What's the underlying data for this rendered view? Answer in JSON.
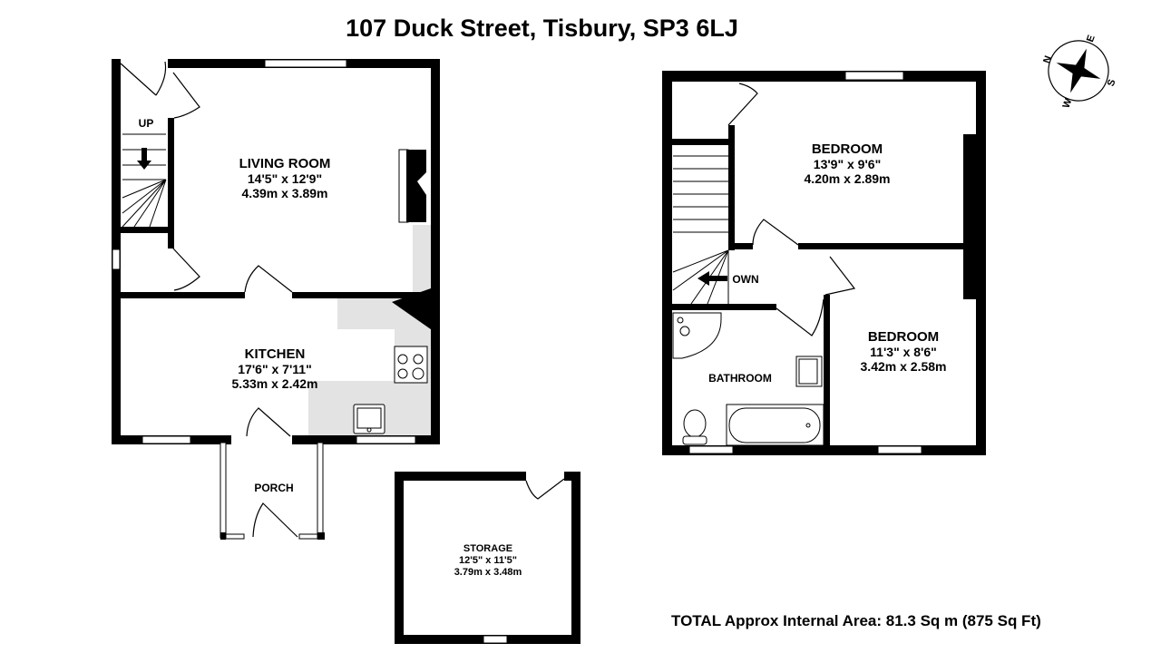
{
  "title": "107 Duck Street, Tisbury, SP3 6LJ",
  "total_area": "TOTAL Approx Internal  Area:  81.3 Sq m (875  Sq Ft)",
  "compass": {
    "n": "N",
    "e": "E",
    "s": "S",
    "w": "W"
  },
  "ground_floor": {
    "stairs_label": "UP",
    "living_room": {
      "name": "LIVING ROOM",
      "imperial": "14'5\"  x 12'9\"",
      "metric": "4.39m  x 3.89m"
    },
    "kitchen": {
      "name": "KITCHEN",
      "imperial": "17'6\"  x 7'11\"",
      "metric": "5.33m  x 2.42m"
    },
    "porch": {
      "name": "PORCH"
    },
    "storage": {
      "name": "STORAGE",
      "imperial": "12'5\"  x 11'5\"",
      "metric": "3.79m  x 3.48m"
    }
  },
  "first_floor": {
    "stairs_label": "OWN",
    "bedroom1": {
      "name": "BEDROOM",
      "imperial": "13'9\"  x 9'6\"",
      "metric": "4.20m  x 2.89m"
    },
    "bedroom2": {
      "name": "BEDROOM",
      "imperial": "11'3\"  x 8'6\"",
      "metric": "3.42m  x 2.58m"
    },
    "bathroom": {
      "name": "BATHROOM"
    }
  },
  "colors": {
    "wall": "#000000",
    "counter": "#e3e3e3"
  }
}
